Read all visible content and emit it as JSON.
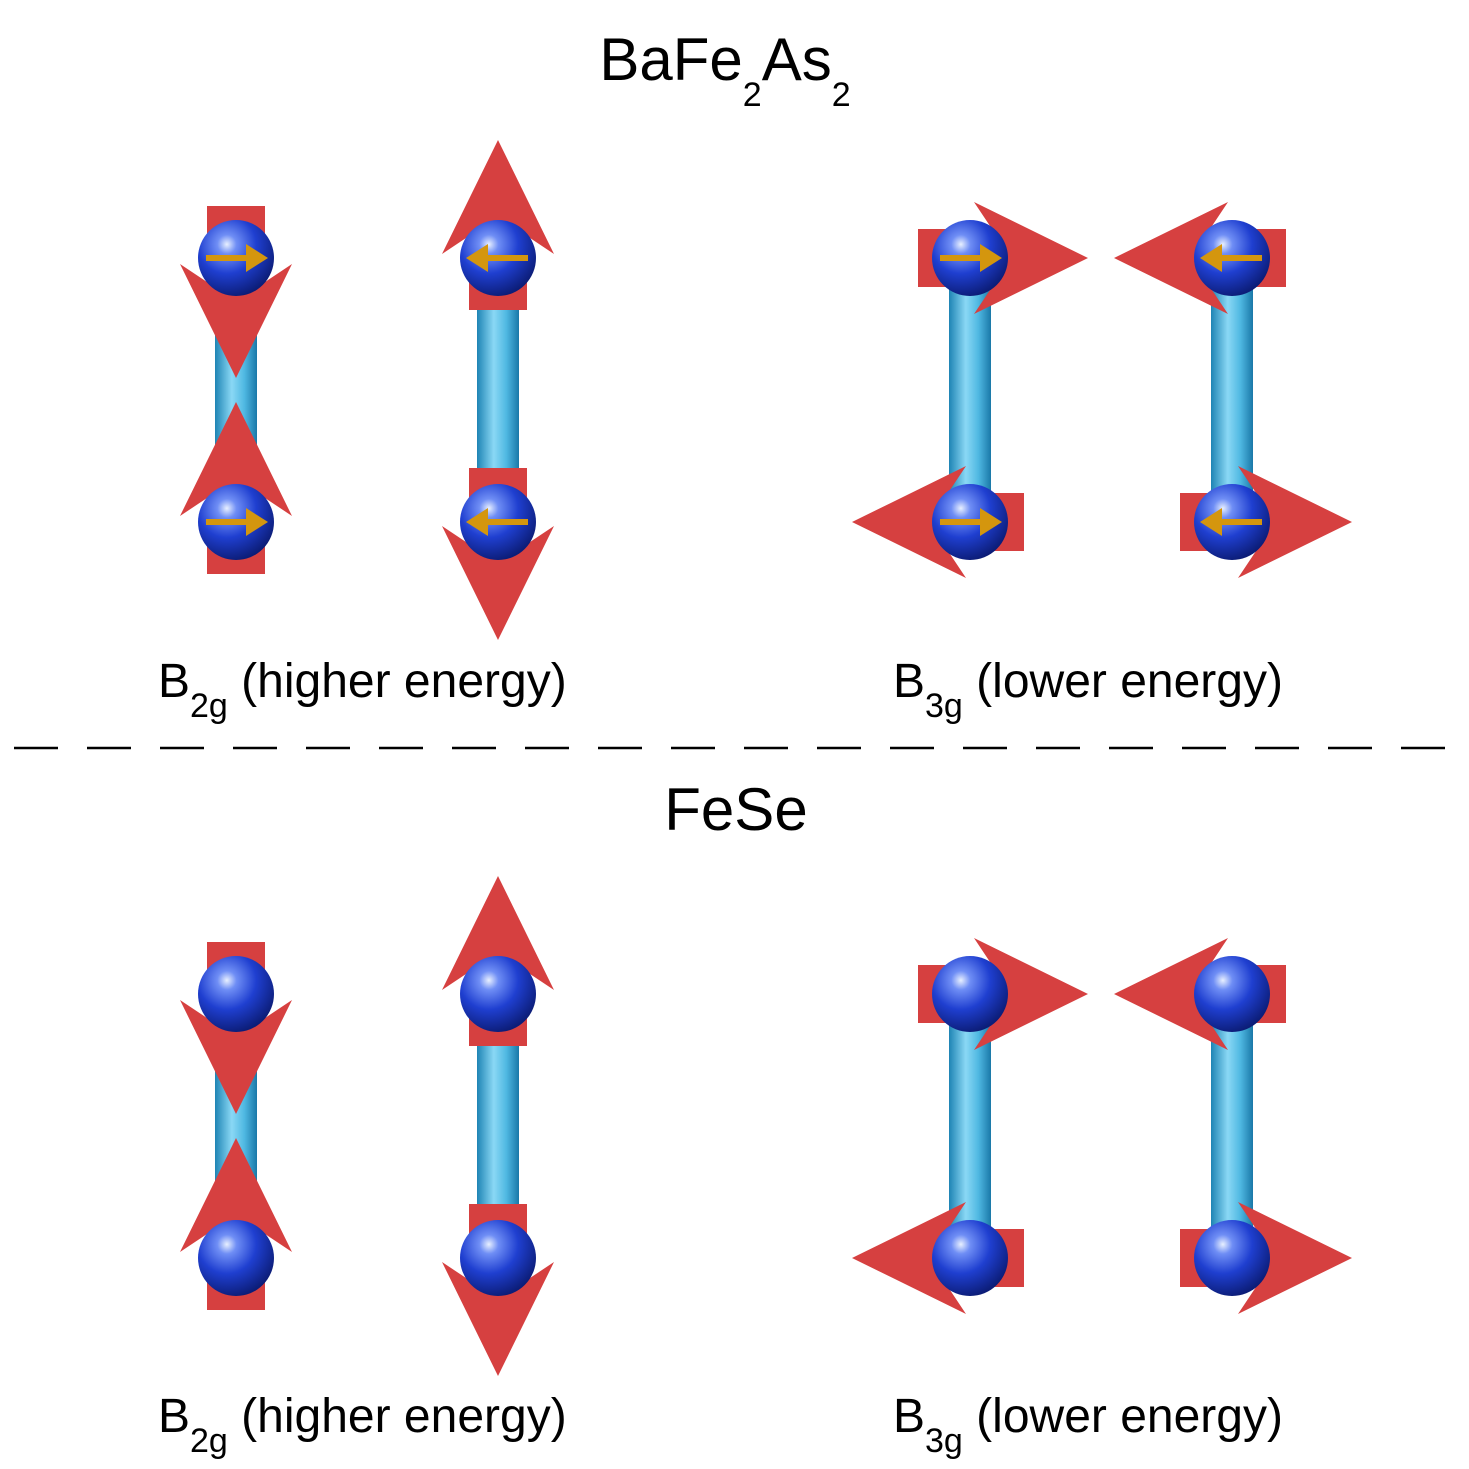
{
  "colors": {
    "arrow": "#d64040",
    "atom": "#1f3fd0",
    "bond": "#45b6e0",
    "spin": "#d4960e",
    "divider": "#000000"
  },
  "panels": [
    {
      "title_main": "BaFe",
      "title_sub1": "2",
      "title_mid": "As",
      "title_sub2": "2",
      "has_spins": true,
      "groups": [
        {
          "label_main": "B",
          "label_sub": "2g",
          "label_rest": " (higher energy)"
        },
        {
          "label_main": "B",
          "label_sub": "3g",
          "label_rest": " (lower energy)"
        }
      ]
    },
    {
      "title_main": "FeSe",
      "has_spins": false,
      "groups": [
        {
          "label_main": "B",
          "label_sub": "2g",
          "label_rest": " (higher energy)"
        },
        {
          "label_main": "B",
          "label_sub": "3g",
          "label_rest": " (lower energy)"
        }
      ]
    }
  ],
  "icons": [
    "atom-sphere",
    "bond-cylinder",
    "displacement-arrow",
    "spin-arrow"
  ]
}
